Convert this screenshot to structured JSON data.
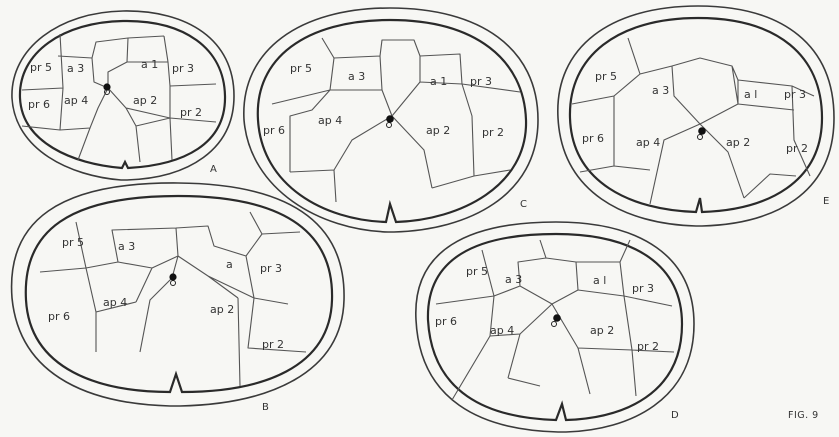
{
  "figure_label": "FIG. 9",
  "panels": {
    "A": {
      "tag": "A",
      "labels": {
        "pr5": "pr 5",
        "a3": "a 3",
        "a1": "a 1",
        "pr3": "pr 3",
        "pr6": "pr 6",
        "ap4": "ap 4",
        "ap2": "ap 2",
        "pr2": "pr 2"
      }
    },
    "B": {
      "tag": "B",
      "labels": {
        "pr5": "pr 5",
        "a3": "a 3",
        "a1": "a",
        "pr3": "pr 3",
        "pr6": "pr 6",
        "ap4": "ap 4",
        "ap2": "ap 2",
        "pr2": "pr 2"
      }
    },
    "C": {
      "tag": "C",
      "labels": {
        "pr5": "pr 5",
        "a3": "a 3",
        "a1": "a 1",
        "pr3": "pr 3",
        "pr6": "pr 6",
        "ap4": "ap 4",
        "ap2": "ap 2",
        "pr2": "pr 2"
      }
    },
    "D": {
      "tag": "D",
      "labels": {
        "pr5": "pr 5",
        "a3": "a 3",
        "a1": "a l",
        "pr3": "pr 3",
        "pr6": "pr 6",
        "ap4": "ap 4",
        "ap2": "ap 2",
        "pr2": "pr 2"
      }
    },
    "E": {
      "tag": "E",
      "labels": {
        "pr5": "pr 5",
        "a3": "a 3",
        "a1": "a l",
        "pr3": "pr 3",
        "pr6": "pr 6",
        "ap4": "ap 4",
        "ap2": "ap 2",
        "pr2": "pr 2"
      }
    }
  }
}
